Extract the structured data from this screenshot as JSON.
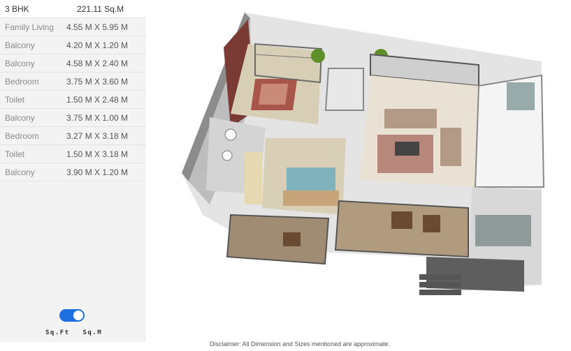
{
  "header": {
    "unit_type": "3 BHK",
    "total_area": "221.11 Sq.M"
  },
  "rooms": [
    {
      "name": "Family Living",
      "dim": "4.55 M X 5.95 M"
    },
    {
      "name": "Balcony",
      "dim": "4.20 M X 1.20 M"
    },
    {
      "name": "Balcony",
      "dim": "4.58 M X 2.40 M"
    },
    {
      "name": "Bedroom",
      "dim": "3.75 M X 3.60 M"
    },
    {
      "name": "Toilet",
      "dim": "1.50 M X 2.48 M"
    },
    {
      "name": "Balcony",
      "dim": "3.75 M X 1.00 M"
    },
    {
      "name": "Bedroom",
      "dim": "3.27 M X 3.18 M"
    },
    {
      "name": "Toilet",
      "dim": "1.50 M X 3.18 M"
    },
    {
      "name": "Balcony",
      "dim": "3.90 M X 1.20 M"
    }
  ],
  "units_toggle": {
    "left_label": "Sq.Ft",
    "right_label": "Sq.M",
    "selected": "Sq.M"
  },
  "disclaimer": "Disclaimer: All Dimension and Sizes mentioned are approximate.",
  "colors": {
    "toggle_accent": "#1e6fe0",
    "panel_bg": "#f3f3f3"
  }
}
